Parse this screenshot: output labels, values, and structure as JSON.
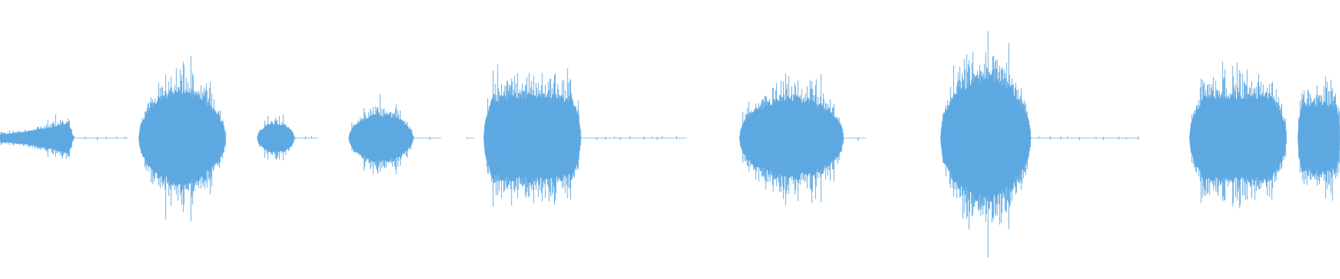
{
  "waveform": {
    "color": "#5ea9e2",
    "background": "#ffffff",
    "segments": [
      {
        "shape": "ramp",
        "start_sec": 0.0,
        "end_sec": 0.66,
        "amp": 0.22,
        "rise": 0.85,
        "density": 0.9
      },
      {
        "shape": "blob",
        "start_sec": 1.24,
        "end_sec": 2.02,
        "amp": 0.62,
        "rise": 0.55,
        "density": 1.0
      },
      {
        "shape": "blob",
        "start_sec": 2.3,
        "end_sec": 2.64,
        "amp": 0.2,
        "rise": 0.55,
        "density": 0.6
      },
      {
        "shape": "blob",
        "start_sec": 3.12,
        "end_sec": 3.7,
        "amp": 0.32,
        "rise": 0.55,
        "density": 0.95
      },
      {
        "shape": "plateau",
        "start_sec": 4.33,
        "end_sec": 5.2,
        "amp": 0.57,
        "rise": 0.1,
        "density": 1.0
      },
      {
        "shape": "blob",
        "start_sec": 6.62,
        "end_sec": 7.55,
        "amp": 0.53,
        "rise": 0.45,
        "density": 1.0
      },
      {
        "shape": "blob",
        "start_sec": 8.42,
        "end_sec": 9.23,
        "amp": 0.83,
        "rise": 0.5,
        "density": 1.0
      },
      {
        "shape": "plateau",
        "start_sec": 10.65,
        "end_sec": 11.52,
        "amp": 0.57,
        "rise": 0.15,
        "density": 1.0
      },
      {
        "shape": "plateau",
        "start_sec": 11.62,
        "end_sec": 12.0,
        "amp": 0.47,
        "rise": 0.1,
        "density": 1.0
      }
    ],
    "quiet_lines": [
      {
        "start_sec": 0.66,
        "end_sec": 1.15
      },
      {
        "start_sec": 2.64,
        "end_sec": 2.85
      },
      {
        "start_sec": 3.7,
        "end_sec": 3.95
      },
      {
        "start_sec": 4.18,
        "end_sec": 4.25
      },
      {
        "start_sec": 5.2,
        "end_sec": 6.15
      },
      {
        "start_sec": 7.55,
        "end_sec": 7.75
      },
      {
        "start_sec": 9.23,
        "end_sec": 10.2
      }
    ],
    "duration_sec": 12.0
  }
}
